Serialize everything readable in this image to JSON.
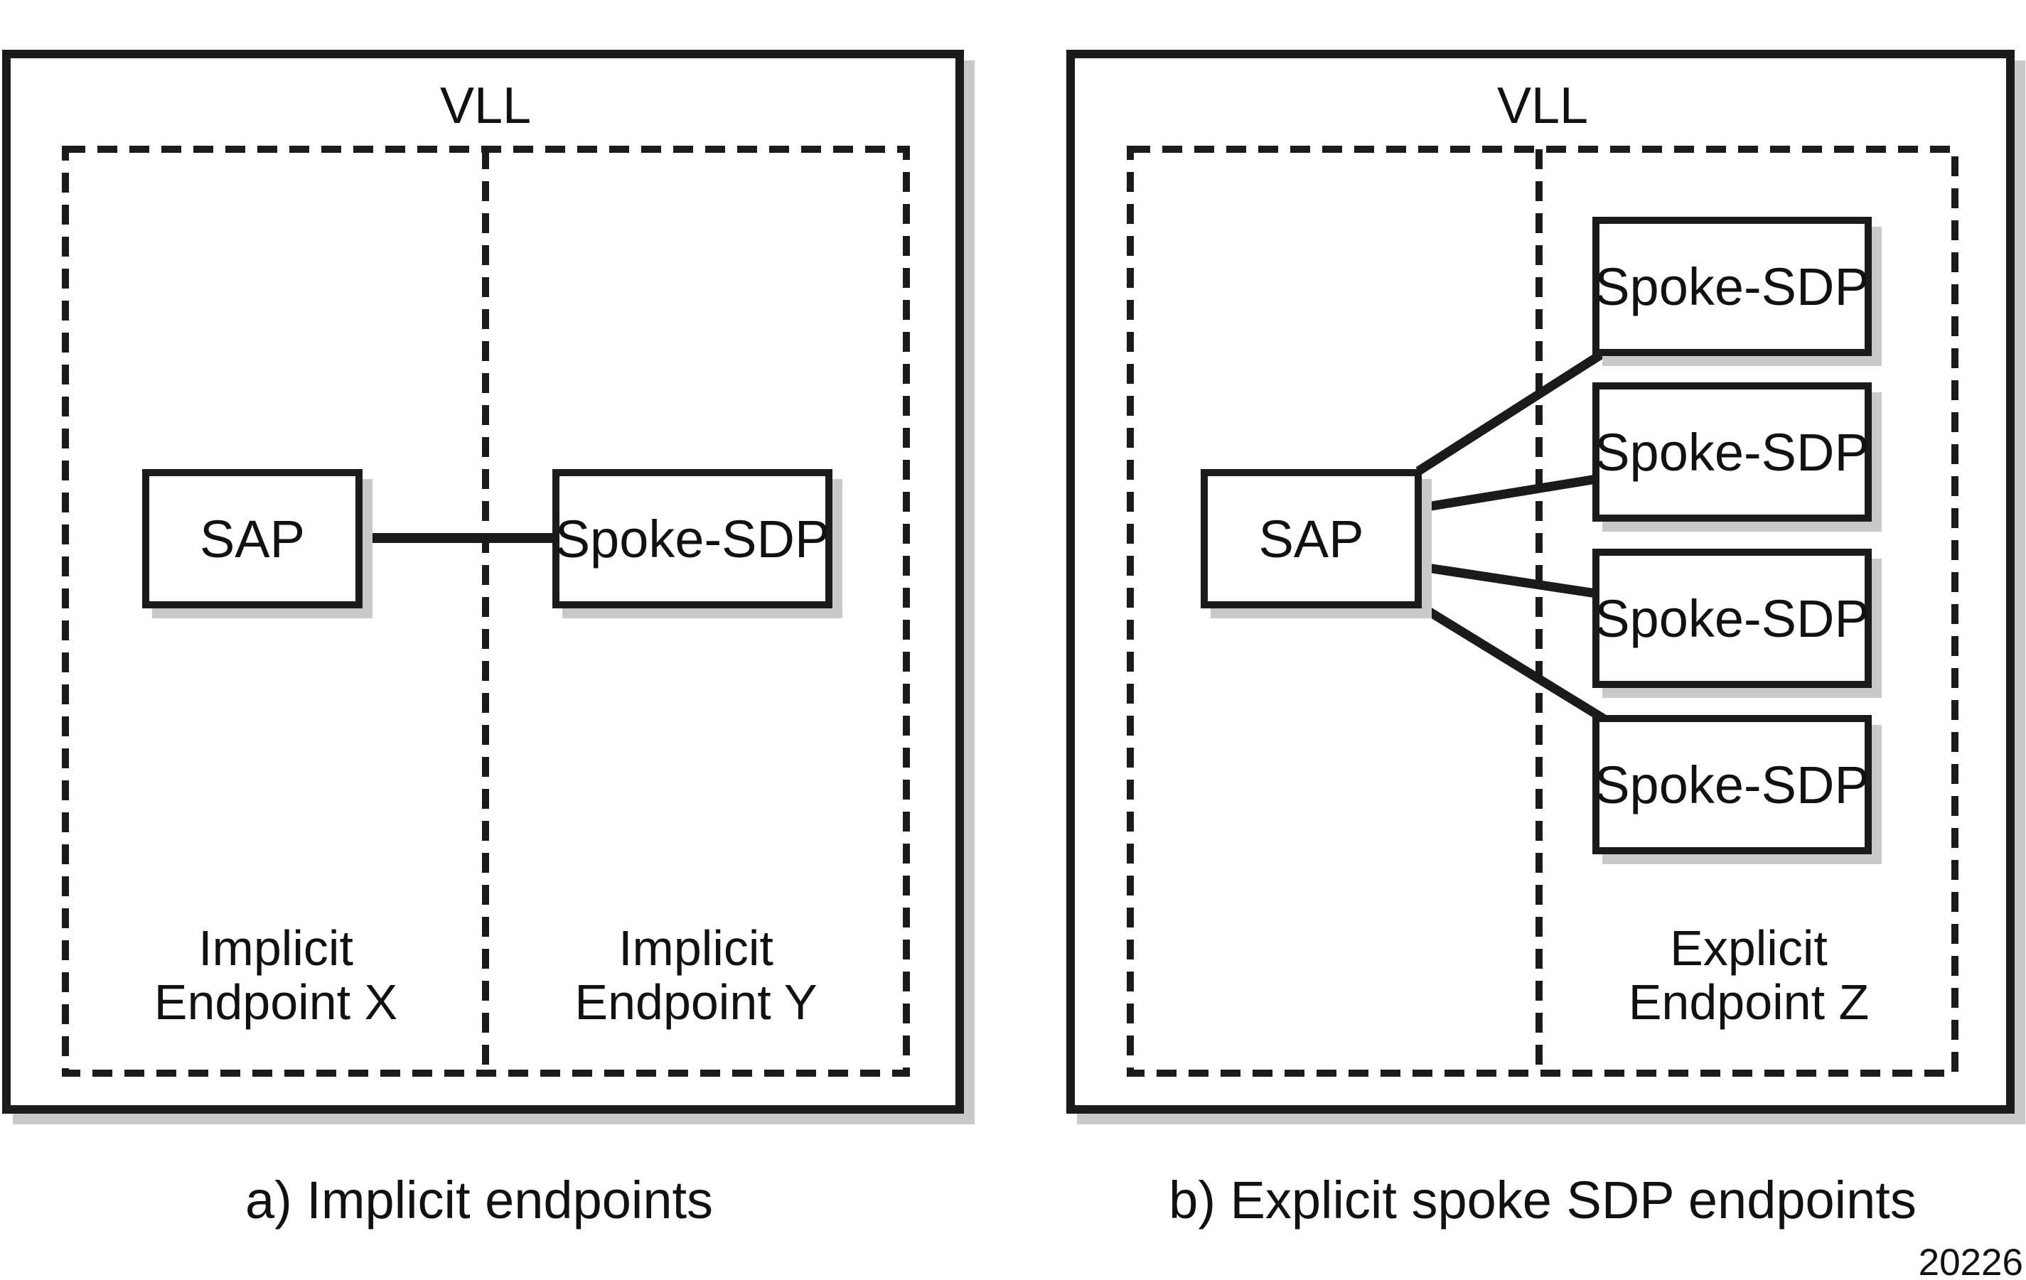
{
  "colors": {
    "stroke": "#1b1b1b",
    "shadow": "#c9c9c9",
    "background": "#ffffff",
    "text": "#111111"
  },
  "figure_number": "20226",
  "panel_a": {
    "title": "VLL",
    "sap_box": "SAP",
    "spoke_box": "Spoke-SDP",
    "endpoint_x_line1": "Implicit",
    "endpoint_x_line2": "Endpoint X",
    "endpoint_y_line1": "Implicit",
    "endpoint_y_line2": "Endpoint Y",
    "caption": "a) Implicit endpoints"
  },
  "panel_b": {
    "title": "VLL",
    "sap_box": "SAP",
    "spoke_boxes": [
      "Spoke-SDP",
      "Spoke-SDP",
      "Spoke-SDP",
      "Spoke-SDP"
    ],
    "endpoint_z_line1": "Explicit",
    "endpoint_z_line2": "Endpoint Z",
    "caption": "b) Explicit spoke SDP endpoints"
  }
}
